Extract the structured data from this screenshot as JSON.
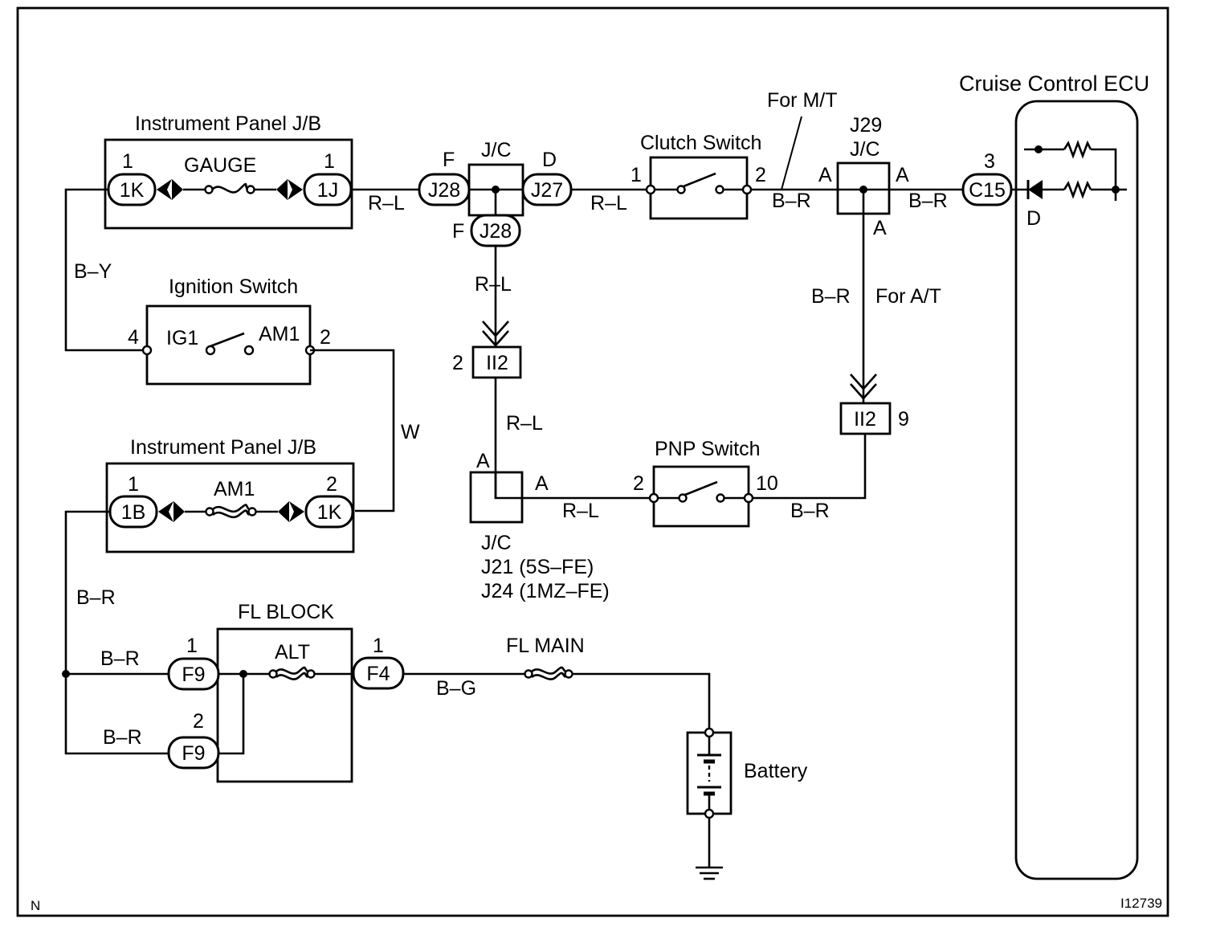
{
  "figure_id": "I12739",
  "corner_mark": "N",
  "components": {
    "ip_jb_top": {
      "title": "Instrument Panel J/B",
      "fuse": "GAUGE",
      "pin_left": "1",
      "pin_right": "1",
      "conn_left": "1K",
      "conn_right": "1J"
    },
    "ip_jb_bottom": {
      "title": "Instrument Panel J/B",
      "fuse": "AM1",
      "pin_left": "1",
      "pin_right": "2",
      "conn_left": "1B",
      "conn_right": "1K"
    },
    "ignition_switch": {
      "title": "Ignition Switch",
      "contact_left": "IG1",
      "contact_right": "AM1",
      "pin_left": "4",
      "pin_right": "2"
    },
    "jc_top": {
      "title": "J/C",
      "pin_left": "F",
      "pin_right": "D",
      "pin_bottom": "F",
      "conn_left": "J28",
      "conn_right": "J27",
      "conn_bottom": "J28"
    },
    "clutch_switch": {
      "title": "Clutch Switch",
      "pin_left": "1",
      "pin_right": "2",
      "note": "For M/T"
    },
    "jc_j29": {
      "title_line1": "J29",
      "title_line2": "J/C",
      "pin_left": "A",
      "pin_right": "A",
      "pin_bottom": "A"
    },
    "cruise_ecu": {
      "title": "Cruise Control ECU",
      "pin": "3",
      "conn": "C15",
      "diode_label": "D"
    },
    "ii2_left": {
      "conn": "II2",
      "pin": "2"
    },
    "ii2_right": {
      "conn": "II2",
      "pin": "9"
    },
    "jc_bottom": {
      "title": "J/C",
      "line2": "J21 (5S–FE)",
      "line3": "J24 (1MZ–FE)",
      "pin_top": "A",
      "pin_right": "A"
    },
    "pnp_switch": {
      "title": "PNP Switch",
      "pin_left": "2",
      "pin_right": "10"
    },
    "fl_block": {
      "title": "FL BLOCK",
      "fuse": "ALT",
      "pin_top_left": "1",
      "pin_bottom_left": "2",
      "pin_right": "1",
      "conn_top_left": "F9",
      "conn_bottom_left": "F9",
      "conn_right": "F4"
    },
    "fl_main": {
      "title": "FL MAIN"
    },
    "battery": {
      "title": "Battery"
    }
  },
  "wire_colors": {
    "by_left": "B–Y",
    "rl_1": "R–L",
    "rl_2": "R–L",
    "rl_3": "R–L",
    "rl_4": "R–L",
    "rl_5": "R–L",
    "br_1": "B–R",
    "br_2": "B–R",
    "br_3": "B–R",
    "br_4": "B–R",
    "br_5": "B–R",
    "br_6": "B–R",
    "br_7": "B–R",
    "w": "W",
    "bg": "B–G"
  },
  "notes": {
    "for_at": "For A/T"
  }
}
